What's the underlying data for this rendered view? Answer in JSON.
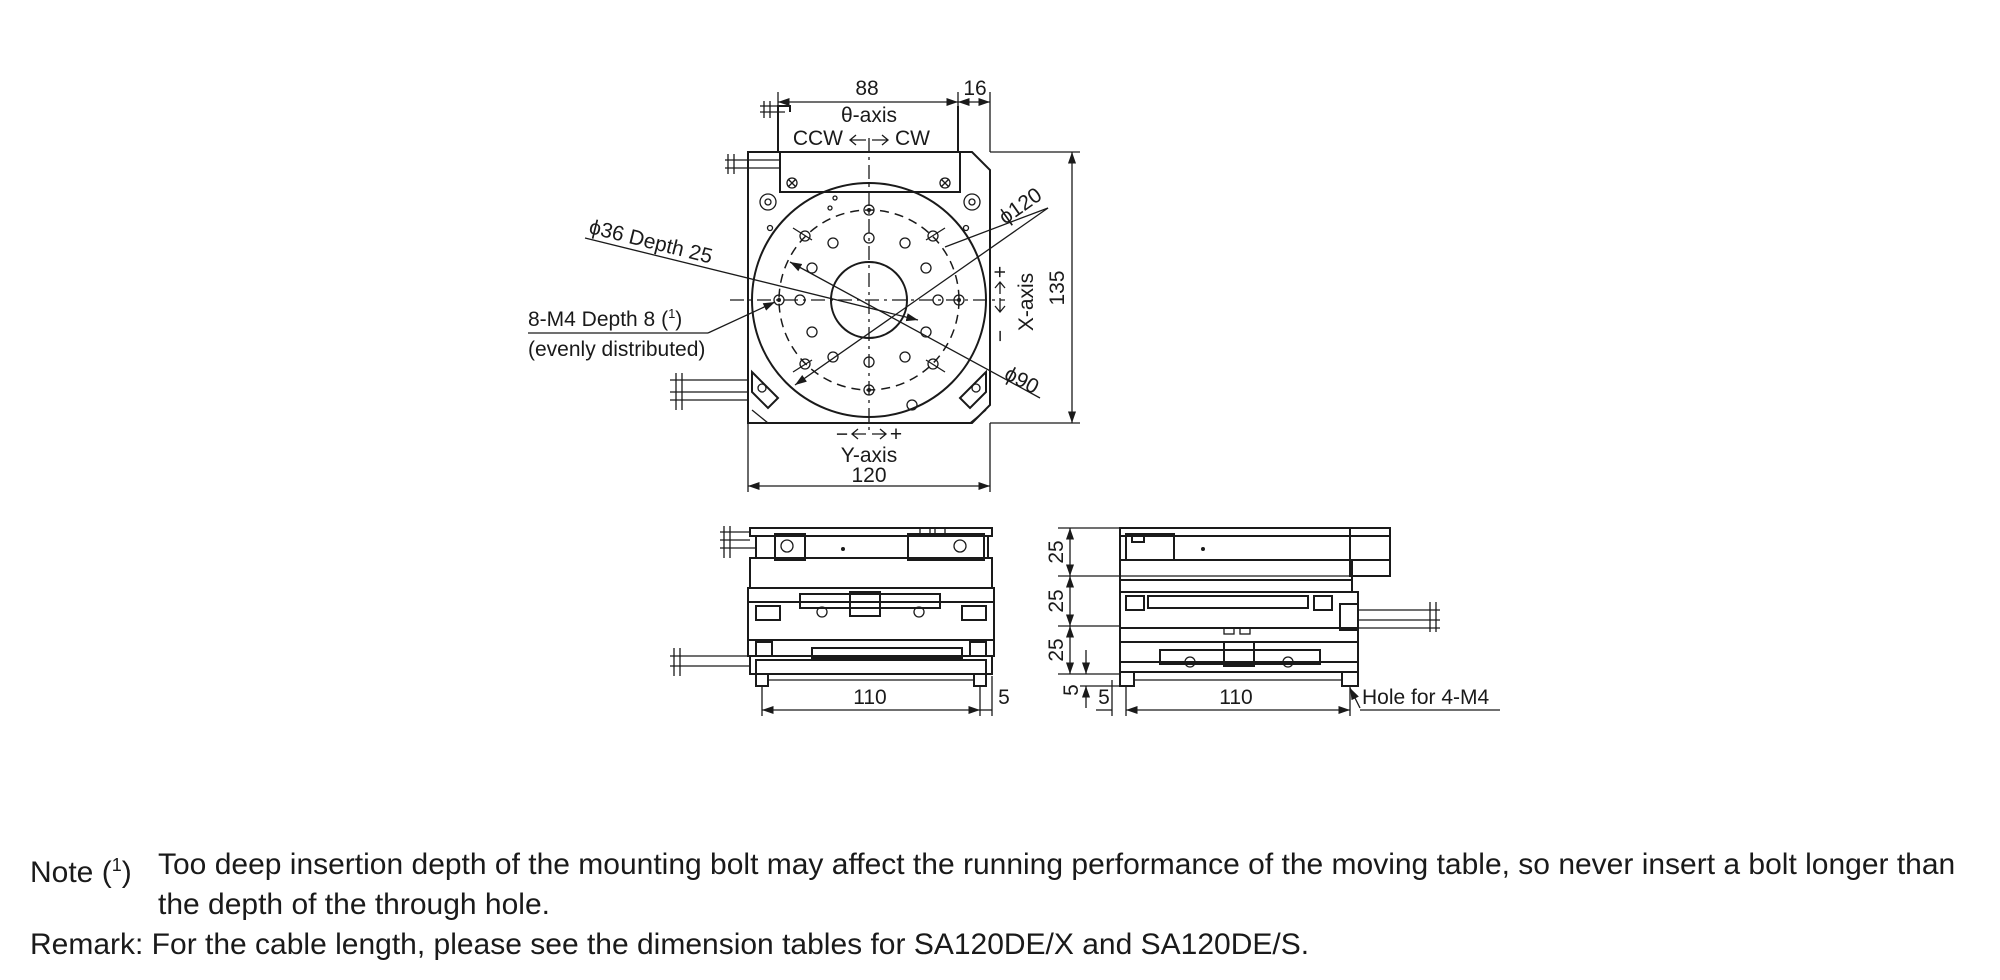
{
  "top_view": {
    "dim_top_88": "88",
    "dim_top_16": "16",
    "theta_axis": "θ-axis",
    "ccw": "CCW",
    "cw": "CW",
    "dim_phi120": "ϕ120",
    "dim_135": "135",
    "dim_phi36": "ϕ36 Depth 25",
    "x_axis": "X-axis",
    "x_minus": "−",
    "x_plus": "+",
    "hole_label": "8-M4 Depth 8 (",
    "hole_ref": "1",
    "hole_label_end": ")",
    "hole_sub": "(evenly distributed)",
    "dim_phi90": "ϕ90",
    "y_minus": "−",
    "y_plus": "+",
    "y_axis": "Y-axis",
    "dim_120": "120"
  },
  "front_view": {
    "dim_110": "110",
    "dim_5": "5"
  },
  "side_view": {
    "dim_25_top": "25",
    "dim_25_mid": "25",
    "dim_25_bot": "25",
    "dim_5_vert": "5",
    "dim_5_horiz": "5",
    "dim_110": "110",
    "hole_label": "Hole for 4-M4"
  },
  "notes": {
    "note_label": "Note",
    "note_ref": "1",
    "note_text": "Too deep insertion depth of the mounting bolt may affect the running performance of the moving table, so never insert a bolt longer than the depth of the through hole.",
    "remark": "Remark: For the cable length, please see the dimension tables for SA120DE/X and SA120DE/S."
  }
}
